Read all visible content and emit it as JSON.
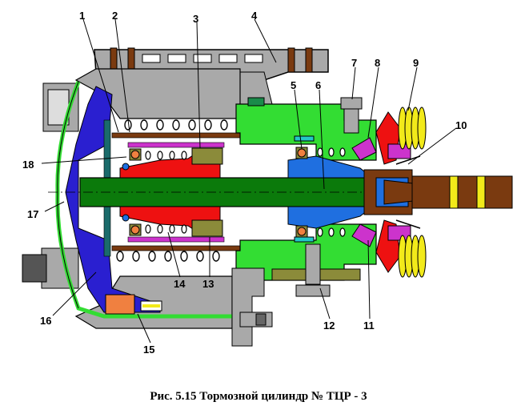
{
  "caption": "Рис.  5.15   Тормозной цилиндр № ТЦР - 3",
  "callouts": {
    "n1": "1",
    "n2": "2",
    "n3": "3",
    "n4": "4",
    "n5": "5",
    "n6": "6",
    "n7": "7",
    "n8": "8",
    "n9": "9",
    "n10": "10",
    "n11": "11",
    "n12": "12",
    "n13": "13",
    "n14": "14",
    "n15": "15",
    "n16": "16",
    "n17": "17",
    "n18": "18"
  },
  "colors": {
    "rod": "#0b7a0b",
    "piston_cover": "#2a1fd0",
    "housing_green": "#33dd33",
    "housing_gray": "#a9a9a9",
    "brown": "#7a3a10",
    "red": "#ee1111",
    "magenta": "#cc33cc",
    "blue": "#1f6fe0",
    "olive": "#8b8b3a",
    "yellow": "#f2ea1a",
    "orange_seal": "#f08040",
    "cyan": "#22c8c8"
  }
}
